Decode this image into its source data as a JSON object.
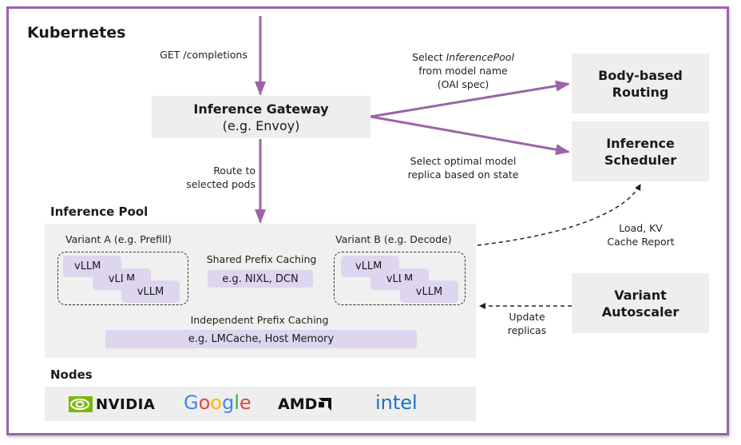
{
  "title": "Kubernetes",
  "request": {
    "label": "GET /completions"
  },
  "gateway": {
    "title": "Inference Gateway",
    "subtitle": "(e.g. Envoy)"
  },
  "route_label": [
    "Route to",
    "selected pods"
  ],
  "select_pool_label": {
    "prefix": "Select ",
    "italic": "InferencePool",
    "line2": "from model name",
    "line3": "(OAI spec)"
  },
  "select_replica_label": [
    "Select optimal model",
    "replica based on state"
  ],
  "body_routing": {
    "line1": "Body-based",
    "line2": "Routing"
  },
  "scheduler": {
    "line1": "Inference",
    "line2": "Scheduler"
  },
  "autoscaler": {
    "line1": "Variant",
    "line2": "Autoscaler"
  },
  "load_report_label": [
    "Load, KV",
    "Cache Report"
  ],
  "update_replicas_label": [
    "Update",
    "replicas"
  ],
  "pool": {
    "title": "Inference Pool",
    "variant_a": {
      "label": "Variant A (e.g. Prefill)",
      "instances": [
        "vLLM",
        "vLLM",
        "vLLM"
      ]
    },
    "variant_b": {
      "label": "Variant B (e.g. Decode)",
      "instances": [
        "vLLM",
        "vLLM",
        "vLLM"
      ]
    },
    "shared_caching": {
      "label": "Shared Prefix Caching",
      "example": "e.g. NIXL, DCN"
    },
    "independent_caching": {
      "label": "Independent Prefix Caching",
      "example": "e.g. LMCache, Host Memory"
    }
  },
  "nodes": {
    "title": "Nodes",
    "vendors": [
      {
        "name": "NVIDIA",
        "icon": "nvidia-logo",
        "color": "#76b900"
      },
      {
        "name": "Google",
        "icon": "google-logo"
      },
      {
        "name": "AMD",
        "icon": "amd-logo"
      },
      {
        "name": "intel",
        "icon": "intel-logo",
        "color": "#1b72c4"
      }
    ]
  },
  "colors": {
    "accent": "#9b64a8",
    "box": "#eeeeee",
    "pill": "#ddd6ee"
  }
}
